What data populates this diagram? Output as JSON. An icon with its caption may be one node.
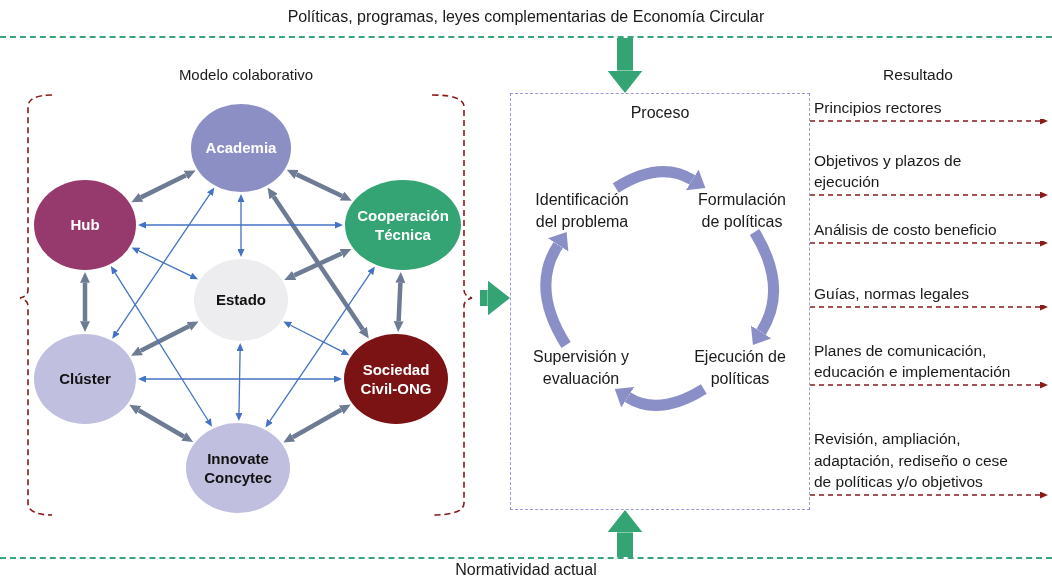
{
  "diagram": {
    "nodes": [
      {
        "text": [
          "Modelo colaborativo"
        ]
      },
      {
        "text": [
          "Academia"
        ],
        "in": 0
      },
      {
        "text": [
          "Hub"
        ],
        "in": 0
      },
      {
        "text": [
          "Cooperación Técnica"
        ],
        "in": 0
      },
      {
        "text": [
          "Estado"
        ],
        "in": 0
      },
      {
        "text": [
          "Clúster"
        ],
        "in": 0
      },
      {
        "text": [
          "Sociedad Civil-ONG"
        ],
        "in": 0
      },
      {
        "text": [
          "Innovate Concytec"
        ],
        "in": 0
      },
      {
        "text": [
          "Proceso"
        ]
      },
      {
        "text": [
          "Identificación del problema"
        ],
        "in": 8
      },
      {
        "text": [
          "Formulación de políticas"
        ],
        "in": 8
      },
      {
        "text": [
          "Ejecución de políticas"
        ],
        "in": 8
      },
      {
        "text": [
          "Supervisión y evaluación"
        ],
        "in": 8
      },
      {
        "text": [
          "Políticas, programas, leyes complementarias de Economía Circular"
        ]
      },
      {
        "text": [
          "Normatividad actual"
        ]
      }
    ],
    "edges": [
      {
        "from": 1,
        "to": 2,
        "arrow": "both",
        "color": "#6d7b93"
      },
      {
        "from": 1,
        "to": 3,
        "arrow": "both",
        "color": "#6d7b93"
      },
      {
        "from": 1,
        "to": 6,
        "arrow": "both",
        "color": "#6d7b93"
      },
      {
        "from": 2,
        "to": 5,
        "arrow": "both",
        "color": "#6d7b93"
      },
      {
        "from": 3,
        "to": 6,
        "arrow": "both",
        "color": "#6d7b93"
      },
      {
        "from": 3,
        "to": 4,
        "arrow": "both",
        "color": "#6d7b93"
      },
      {
        "from": 4,
        "to": 5,
        "arrow": "both",
        "color": "#6d7b93"
      },
      {
        "from": 5,
        "to": 7,
        "arrow": "both",
        "color": "#6d7b93"
      },
      {
        "from": 6,
        "to": 7,
        "arrow": "both",
        "color": "#6d7b93"
      },
      {
        "from": 2,
        "to": 3,
        "arrow": "both"
      },
      {
        "from": 1,
        "to": 4,
        "arrow": "both"
      },
      {
        "from": 1,
        "to": 5,
        "arrow": "both"
      },
      {
        "from": 2,
        "to": 4,
        "arrow": "both"
      },
      {
        "from": 2,
        "to": 7,
        "arrow": "both"
      },
      {
        "from": 4,
        "to": 7,
        "arrow": "both"
      },
      {
        "from": 4,
        "to": 6,
        "arrow": "both"
      },
      {
        "from": 3,
        "to": 7,
        "arrow": "both"
      },
      {
        "from": 5,
        "to": 6,
        "arrow": "both"
      },
      {
        "from": 9,
        "to": 10,
        "arrow": "to",
        "style": "thick",
        "color": "#8b8fc7"
      },
      {
        "from": 10,
        "to": 11,
        "arrow": "to",
        "style": "thick",
        "color": "#8b8fc7"
      },
      {
        "from": 11,
        "to": 12,
        "arrow": "to",
        "style": "thick",
        "color": "#8b8fc7"
      },
      {
        "from": 12,
        "to": 9,
        "arrow": "to",
        "style": "thick",
        "color": "#8b8fc7"
      },
      {
        "from": 13,
        "to": 8,
        "arrow": "to",
        "style": "thick",
        "color": "#34a474"
      },
      {
        "from": 14,
        "to": 8,
        "arrow": "to",
        "style": "thick",
        "color": "#34a474"
      },
      {
        "from": 0,
        "to": 8,
        "arrow": "to",
        "style": "thick",
        "color": "#34a474"
      },
      {
        "from": 8,
        "to": null,
        "arrow": "to",
        "style": "dashed",
        "color": "#8b1a1a",
        "label": "Principios rectores"
      },
      {
        "from": 8,
        "to": null,
        "arrow": "to",
        "style": "dashed",
        "color": "#8b1a1a",
        "label": "Objetivos y plazos de ejecución"
      },
      {
        "from": 8,
        "to": null,
        "arrow": "to",
        "style": "dashed",
        "color": "#8b1a1a",
        "label": "Análisis de costo beneficio"
      },
      {
        "from": 8,
        "to": null,
        "arrow": "to",
        "style": "dashed",
        "color": "#8b1a1a",
        "label": "Guías, normas legales"
      },
      {
        "from": 8,
        "to": null,
        "arrow": "to",
        "style": "dashed",
        "color": "#8b1a1a",
        "label": "Planes de comunicación, educación e implementación"
      },
      {
        "from": 8,
        "to": null,
        "arrow": "to",
        "style": "dashed",
        "color": "#8b1a1a",
        "label": "Revisión, ampliación, adaptación, rediseño o cese de políticas y/o objetivos"
      }
    ],
    "labels": [
      "Resultado"
    ]
  }
}
